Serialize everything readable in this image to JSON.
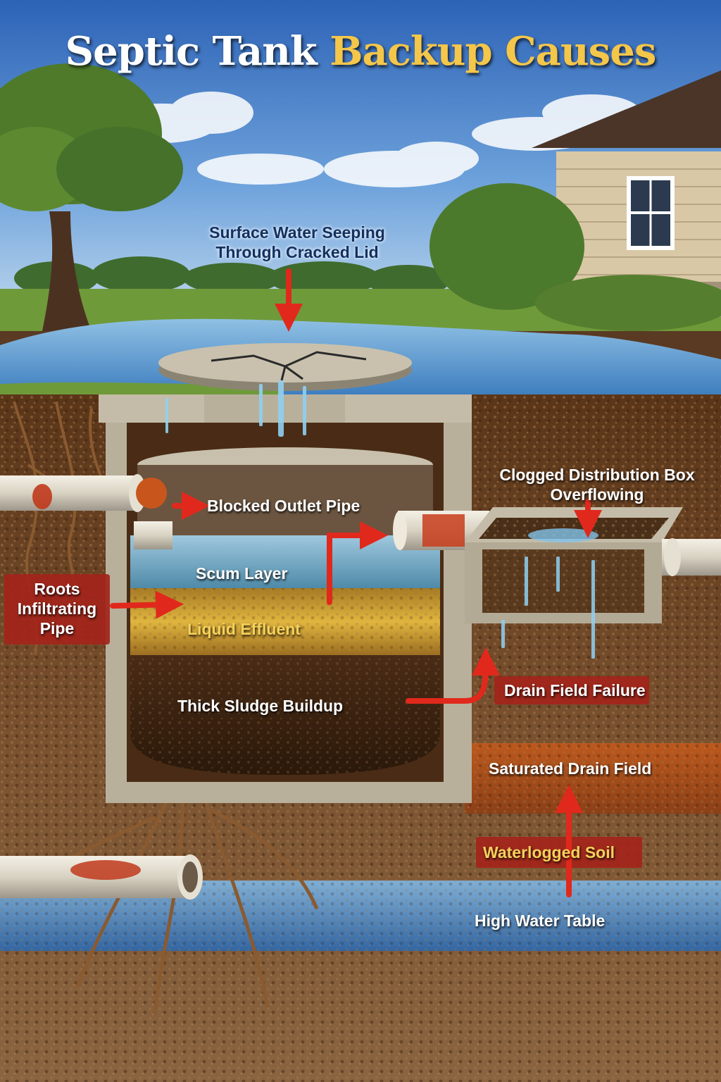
{
  "title": {
    "part1": "Septic Tank",
    "part2": "Backup Causes"
  },
  "labels": {
    "surface_water_line1": "Surface Water Seeping",
    "surface_water_line2": "Through Cracked Lid",
    "distribution_box_line1": "Clogged Distribution Box",
    "distribution_box_line2": "Overflowing",
    "blocked_outlet": "Blocked Outlet Pipe",
    "scum_layer": "Scum Layer",
    "roots_line1": "Roots",
    "roots_line2": "Infiltrating",
    "roots_line3": "Pipe",
    "liquid_effluent": "Liquid Effluent",
    "drain_field_failure": "Drain Field Failure",
    "thick_sludge": "Thick Sludge Buildup",
    "saturated_drain_field": "Saturated Drain Field",
    "waterlogged_soil": "Waterlogged Soil",
    "high_water_table": "High Water Table"
  },
  "colors": {
    "sky": "#3f7cc8",
    "soil": "#6b4628",
    "arrow_red": "#e0291c",
    "label_box_red": "#a3241a",
    "water": "#3b86c9",
    "sludge": "#3d2414",
    "effluent": "#c99a2c",
    "concrete": "#b9b09c"
  }
}
